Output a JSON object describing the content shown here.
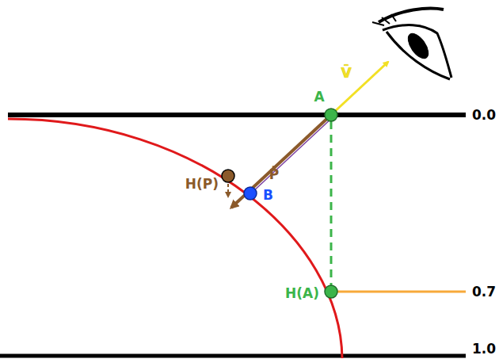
{
  "diagram": {
    "labels": [
      "A",
      "V̄",
      "0.0",
      "H(P)",
      "B",
      "P̄",
      "H(A)",
      "0.7",
      "1.0"
    ]
  }
}
